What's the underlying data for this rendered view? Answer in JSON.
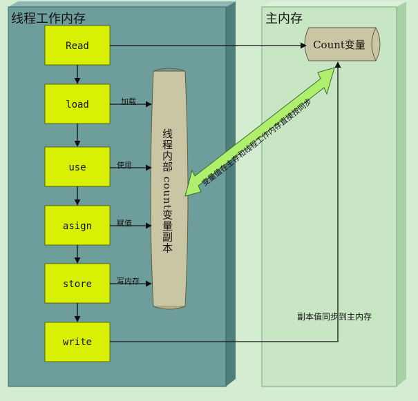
{
  "thread_memory": {
    "title": "线程工作内存"
  },
  "main_memory": {
    "title": "主内存"
  },
  "steps": [
    "Read",
    "load",
    "use",
    "asign",
    "store",
    "write"
  ],
  "edge_labels": {
    "load": "加载",
    "use": "使用",
    "asign": "赋值",
    "store": "写内存"
  },
  "variable_copy": {
    "label": "线程内部 count变量副本"
  },
  "count_variable": {
    "label": "Count变量"
  },
  "direct_interaction": {
    "label": "变量值在主存和线程工作内存直接按同步"
  },
  "sync_back": {
    "label": "副本值同步到主内存"
  },
  "colors": {
    "background": "#d4ecd2",
    "thread_panel": "#6e9e9c",
    "main_panel": "#c8e6c4",
    "step_fill": "#d7f004",
    "cylinder_fill": "#c9c6a4",
    "diagonal_arrow": "#aef06e"
  }
}
